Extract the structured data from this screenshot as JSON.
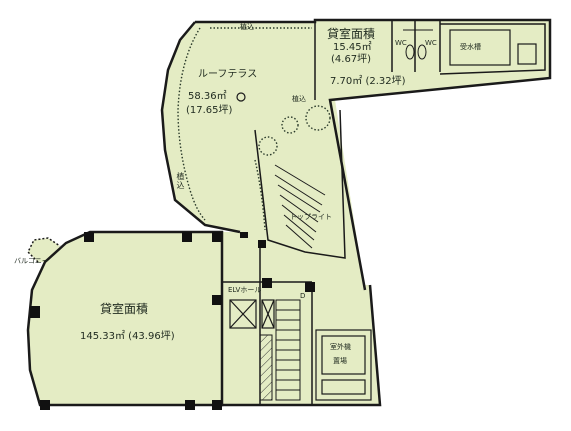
{
  "plan": {
    "colors": {
      "floor": "#e4ecc4",
      "wall": "#1a1a1a",
      "pillar": "#111111",
      "plant": "#2a3a2a"
    },
    "rooms": {
      "office_main": {
        "label": "貸室面積",
        "area": "145.33㎡ (43.96坪)"
      },
      "office_small": {
        "label": "貸室面積",
        "area_m2": "15.45㎡",
        "area_tsubo": "(4.67坪)"
      },
      "roof_terrace": {
        "label": "ルーフテラス",
        "area_m2": "58.36㎡",
        "area_tsubo": "(17.65坪)"
      },
      "strip_area": "7.70㎡ (2.32坪)",
      "water_tank": "受水槽",
      "wc_left": "WC",
      "wc_right": "WC",
      "elevator_hall": "ELVホール",
      "top_light": "トップライト",
      "outdoor_unit": "室外機",
      "outdoor_unit_sub": "置場",
      "balcony": "バルコニー",
      "planting_top": "植込",
      "planting_mid": "植込",
      "planting_left": "植込",
      "door_tag": "D"
    }
  }
}
